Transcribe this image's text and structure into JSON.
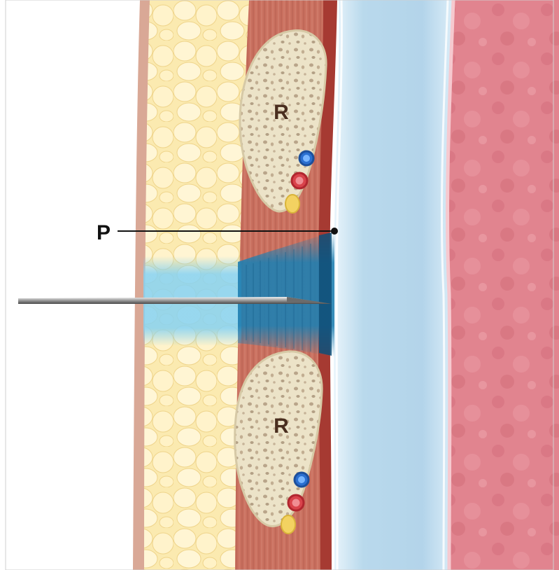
{
  "labels": {
    "rib_upper": "R",
    "rib_lower": "R",
    "pointer": "P"
  },
  "colors": {
    "skin": "#d8a794",
    "fat": "#fbe9a6",
    "muscle": "#c96f5e",
    "muscle_dark": "#a63a32",
    "pleura": "#bcdcee",
    "lung": "#e0838f",
    "bone": "#ece3c9",
    "anesthetic": "#1f7fb1",
    "vein": "#2a6fd0",
    "artery": "#d9434b",
    "nerve": "#f3d261"
  },
  "structures": [
    "skin",
    "subcutaneous-fat",
    "intercostal-muscle",
    "pleura",
    "lung",
    "rib",
    "intercostal-vein",
    "intercostal-artery",
    "intercostal-nerve",
    "needle",
    "anesthetic-spread"
  ]
}
